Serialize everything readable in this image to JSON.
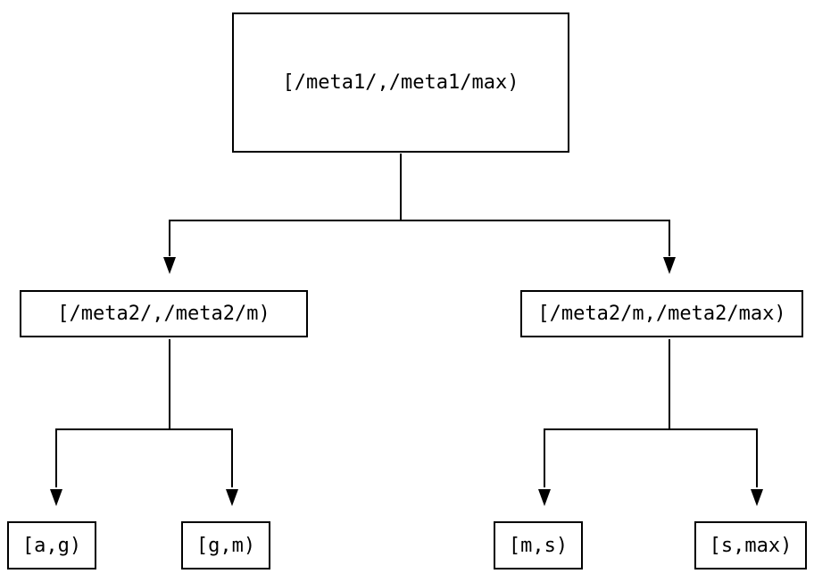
{
  "colors": {
    "line": "#000000",
    "background": "#ffffff",
    "text": "#000000"
  },
  "tree": {
    "root": {
      "id": "root-range",
      "label": "[/meta1/,/meta1/max)",
      "children": [
        {
          "id": "meta2-low-range",
          "label": "[/meta2/,/meta2/m)",
          "children": [
            {
              "id": "leaf-a-g",
              "label": "[a,g)"
            },
            {
              "id": "leaf-g-m",
              "label": "[g,m)"
            }
          ]
        },
        {
          "id": "meta2-high-range",
          "label": "[/meta2/m,/meta2/max)",
          "children": [
            {
              "id": "leaf-m-s",
              "label": "[m,s)"
            },
            {
              "id": "leaf-s-max",
              "label": "[s,max)"
            }
          ]
        }
      ]
    }
  }
}
